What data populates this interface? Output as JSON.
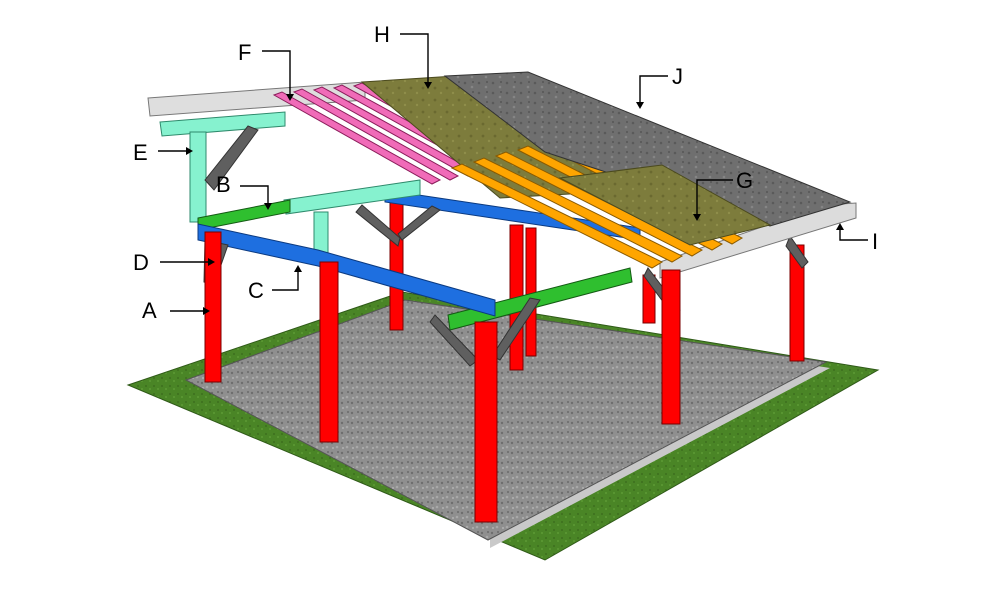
{
  "diagram": {
    "labels": {
      "A": "A",
      "B": "B",
      "C": "C",
      "D": "D",
      "E": "E",
      "F": "F",
      "G": "G",
      "H": "H",
      "I": "I",
      "J": "J"
    },
    "parts": [
      {
        "label": "A",
        "color": "#ff0000"
      },
      {
        "label": "B",
        "color": "#2fbf2f"
      },
      {
        "label": "C",
        "color": "#1e6fe0"
      },
      {
        "label": "D",
        "color": "#666666"
      },
      {
        "label": "E",
        "color": "#86f2cf"
      },
      {
        "label": "F",
        "color": "#f06bb8"
      },
      {
        "label": "G",
        "color": "#ffa500"
      },
      {
        "label": "H",
        "color": "#7b7a3a"
      },
      {
        "label": "I",
        "color": "#d9d9d9"
      },
      {
        "label": "J",
        "color": "#6f6f6f"
      }
    ],
    "colors": {
      "grass": "#4f8a2a",
      "slab": "#8a8a8a"
    }
  }
}
